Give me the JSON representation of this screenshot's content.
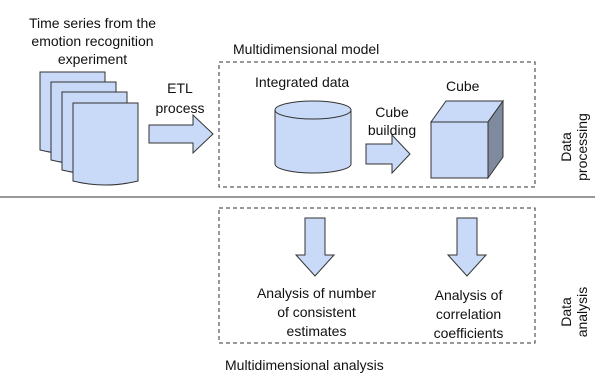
{
  "source": {
    "line1": "Time series from the",
    "line2": "emotion recognition",
    "line3": "experiment"
  },
  "etl": {
    "line1": "ETL",
    "line2": "process"
  },
  "model": {
    "title": "Multidimensional model",
    "integrated_data": "Integrated data",
    "cube_building_line1": "Cube",
    "cube_building_line2": "building",
    "cube": "Cube"
  },
  "analysis": {
    "title": "Multidimensional analysis",
    "consistent_line1": "Analysis of number",
    "consistent_line2": "of consistent",
    "consistent_line3": "estimates",
    "correlation_line1": "Analysis of",
    "correlation_line2": "correlation",
    "correlation_line3": "coefficients"
  },
  "sections": {
    "processing_line1": "Data",
    "processing_line2": "processing",
    "analysis_line1": "Data",
    "analysis_line2": "analysis"
  },
  "colors": {
    "fill": "#c9daf8",
    "cube_side": "#7f8a9e",
    "stroke": "#333333"
  }
}
